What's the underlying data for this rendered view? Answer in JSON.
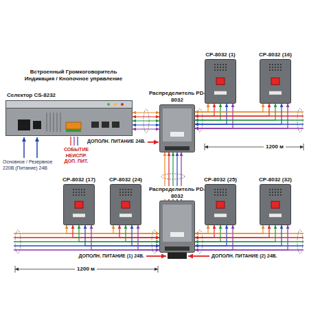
{
  "diagram": {
    "nodes": [
      {
        "text": [
          "Селектор CS-8232"
        ]
      },
      {
        "text": [
          "Распределитель PD-8032"
        ]
      },
      {
        "text": [
          "CP-8032 (1)"
        ]
      },
      {
        "text": [
          "CP-8032 (16)"
        ]
      },
      {
        "text": [
          "CP-8032 (17)"
        ]
      },
      {
        "text": [
          "CP-8032 (24)"
        ]
      },
      {
        "text": [
          "Распределитель PD-8032"
        ]
      },
      {
        "text": [
          "CP-8032 (25)"
        ]
      },
      {
        "text": [
          "CP-8032 (32)"
        ]
      }
    ],
    "edges": [
      {
        "from": 0,
        "to": 1,
        "arrow": "both"
      },
      {
        "from": 1,
        "to": 2,
        "arrow": "both"
      },
      {
        "from": 1,
        "to": 3,
        "arrow": "both"
      },
      {
        "from": 1,
        "to": 6,
        "arrow": "both"
      },
      {
        "from": 6,
        "to": 4,
        "arrow": "both"
      },
      {
        "from": 6,
        "to": 5,
        "arrow": "both"
      },
      {
        "from": 6,
        "to": 7,
        "arrow": "both"
      },
      {
        "from": 6,
        "to": 8,
        "arrow": "both"
      }
    ],
    "labels": [
      "Встроенный Громкоговоритель Индикация / Кнопочное управление",
      "Основное / Резервное 220В (Питание) 24В",
      "СОБЫТИЕ НЕИСПР. ДОП. ПИТ.",
      "ДОПОЛН. ПИТАНИЕ 24В.",
      "1200 м",
      "ДОПОЛН. ПИТАНИЕ (1) 24В.",
      "ДОПОЛН. ПИТАНИЕ (2) 24В.",
      "1200 м"
    ]
  }
}
